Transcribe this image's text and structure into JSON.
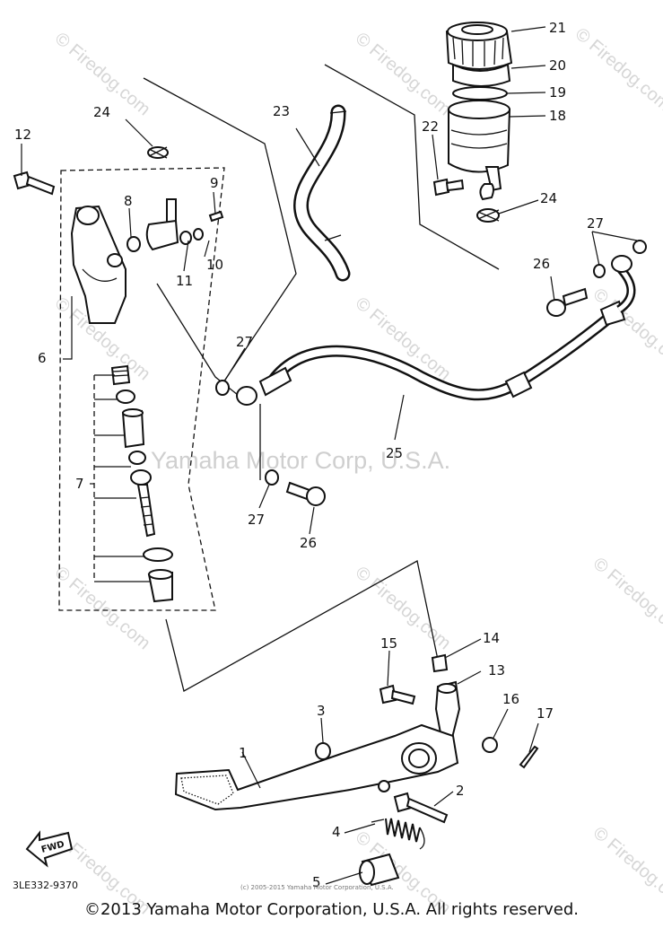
{
  "watermarks": {
    "center": "Yamaha Motor Corp, U.S.A.",
    "tiles": [
      "© Firedog.com",
      "© Firedog.com",
      "© Firedog.com",
      "© Firedog.com",
      "© Firedog.com",
      "© Firedog.com",
      "© Firedog.com",
      "© Firedog.com",
      "© Firedog.com",
      "© Firedog.com",
      "© Firedog.com",
      "© Firedog.com"
    ]
  },
  "callouts": [
    "1",
    "2",
    "3",
    "4",
    "5",
    "6",
    "7",
    "8",
    "9",
    "10",
    "11",
    "12",
    "13",
    "14",
    "15",
    "16",
    "17",
    "18",
    "19",
    "20",
    "21",
    "22",
    "23",
    "24",
    "24",
    "25",
    "26",
    "26",
    "27",
    "27",
    "27"
  ],
  "fwd_label": "FWD",
  "diagram_code": "3LE332-9370",
  "small_copyright": "(c) 2005-2015 Yamaha Motor Corporation, U.S.A.",
  "copyright": "©2013 Yamaha Motor Corporation, U.S.A. All rights reserved."
}
